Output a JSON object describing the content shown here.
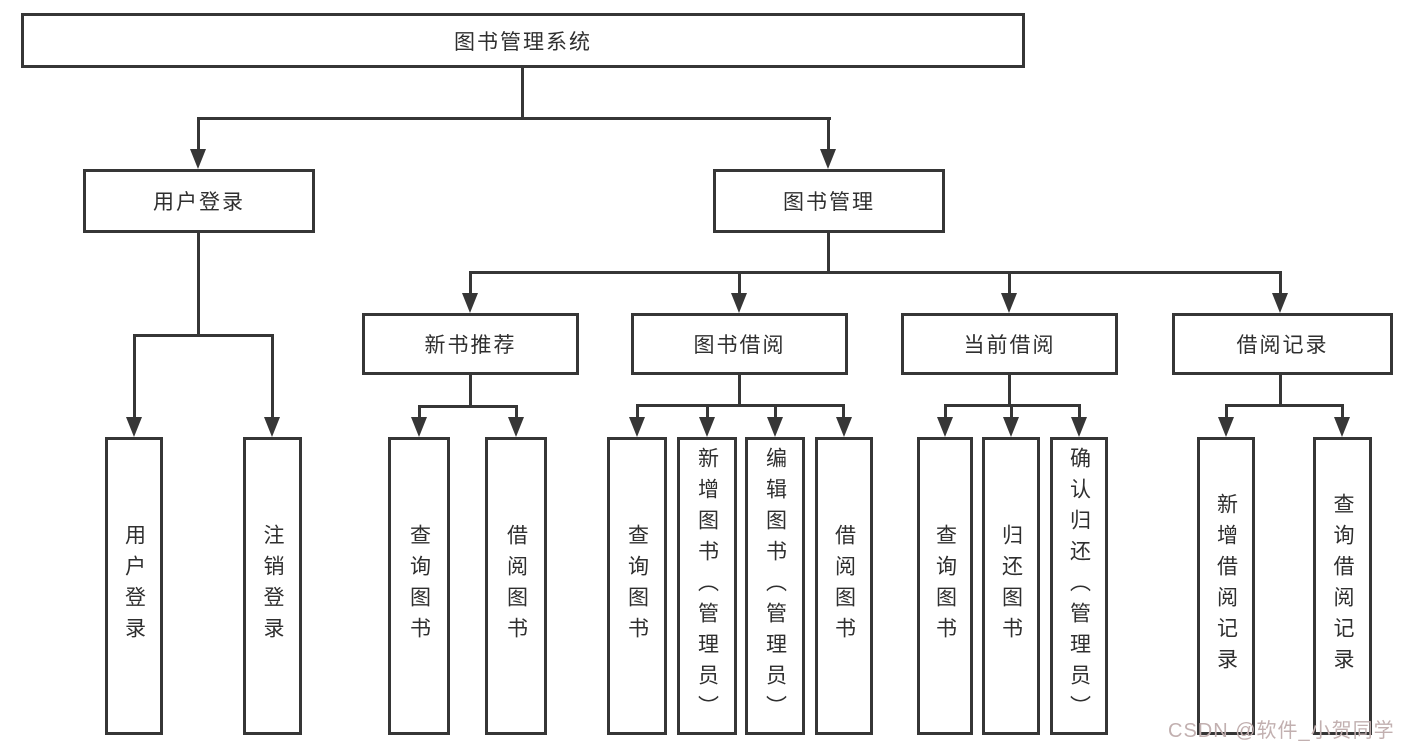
{
  "diagram": {
    "title": "图书管理系统",
    "level2": [
      {
        "label": "用户登录"
      },
      {
        "label": "图书管理"
      }
    ],
    "level3": [
      {
        "label": "新书推荐"
      },
      {
        "label": "图书借阅"
      },
      {
        "label": "当前借阅"
      },
      {
        "label": "借阅记录"
      }
    ],
    "leaves": {
      "user": [
        {
          "label": "用户登录"
        },
        {
          "label": "注销登录"
        }
      ],
      "recommend": [
        {
          "label": "查询图书"
        },
        {
          "label": "借阅图书"
        }
      ],
      "borrow": [
        {
          "label": "查询图书"
        },
        {
          "label": "新增图书（管理员）"
        },
        {
          "label": "编辑图书（管理员）"
        },
        {
          "label": "借阅图书"
        }
      ],
      "current": [
        {
          "label": "查询图书"
        },
        {
          "label": "归还图书"
        },
        {
          "label": "确认归还（管理员）"
        }
      ],
      "record": [
        {
          "label": "新增借阅记录"
        },
        {
          "label": "查询借阅记录"
        }
      ]
    },
    "watermark": "CSDN @软件_小贺同学",
    "colors": {
      "line": "#363636",
      "text": "#2f2f2f",
      "box_bg": "#ffffff",
      "watermark": "#c2b0b0"
    }
  }
}
